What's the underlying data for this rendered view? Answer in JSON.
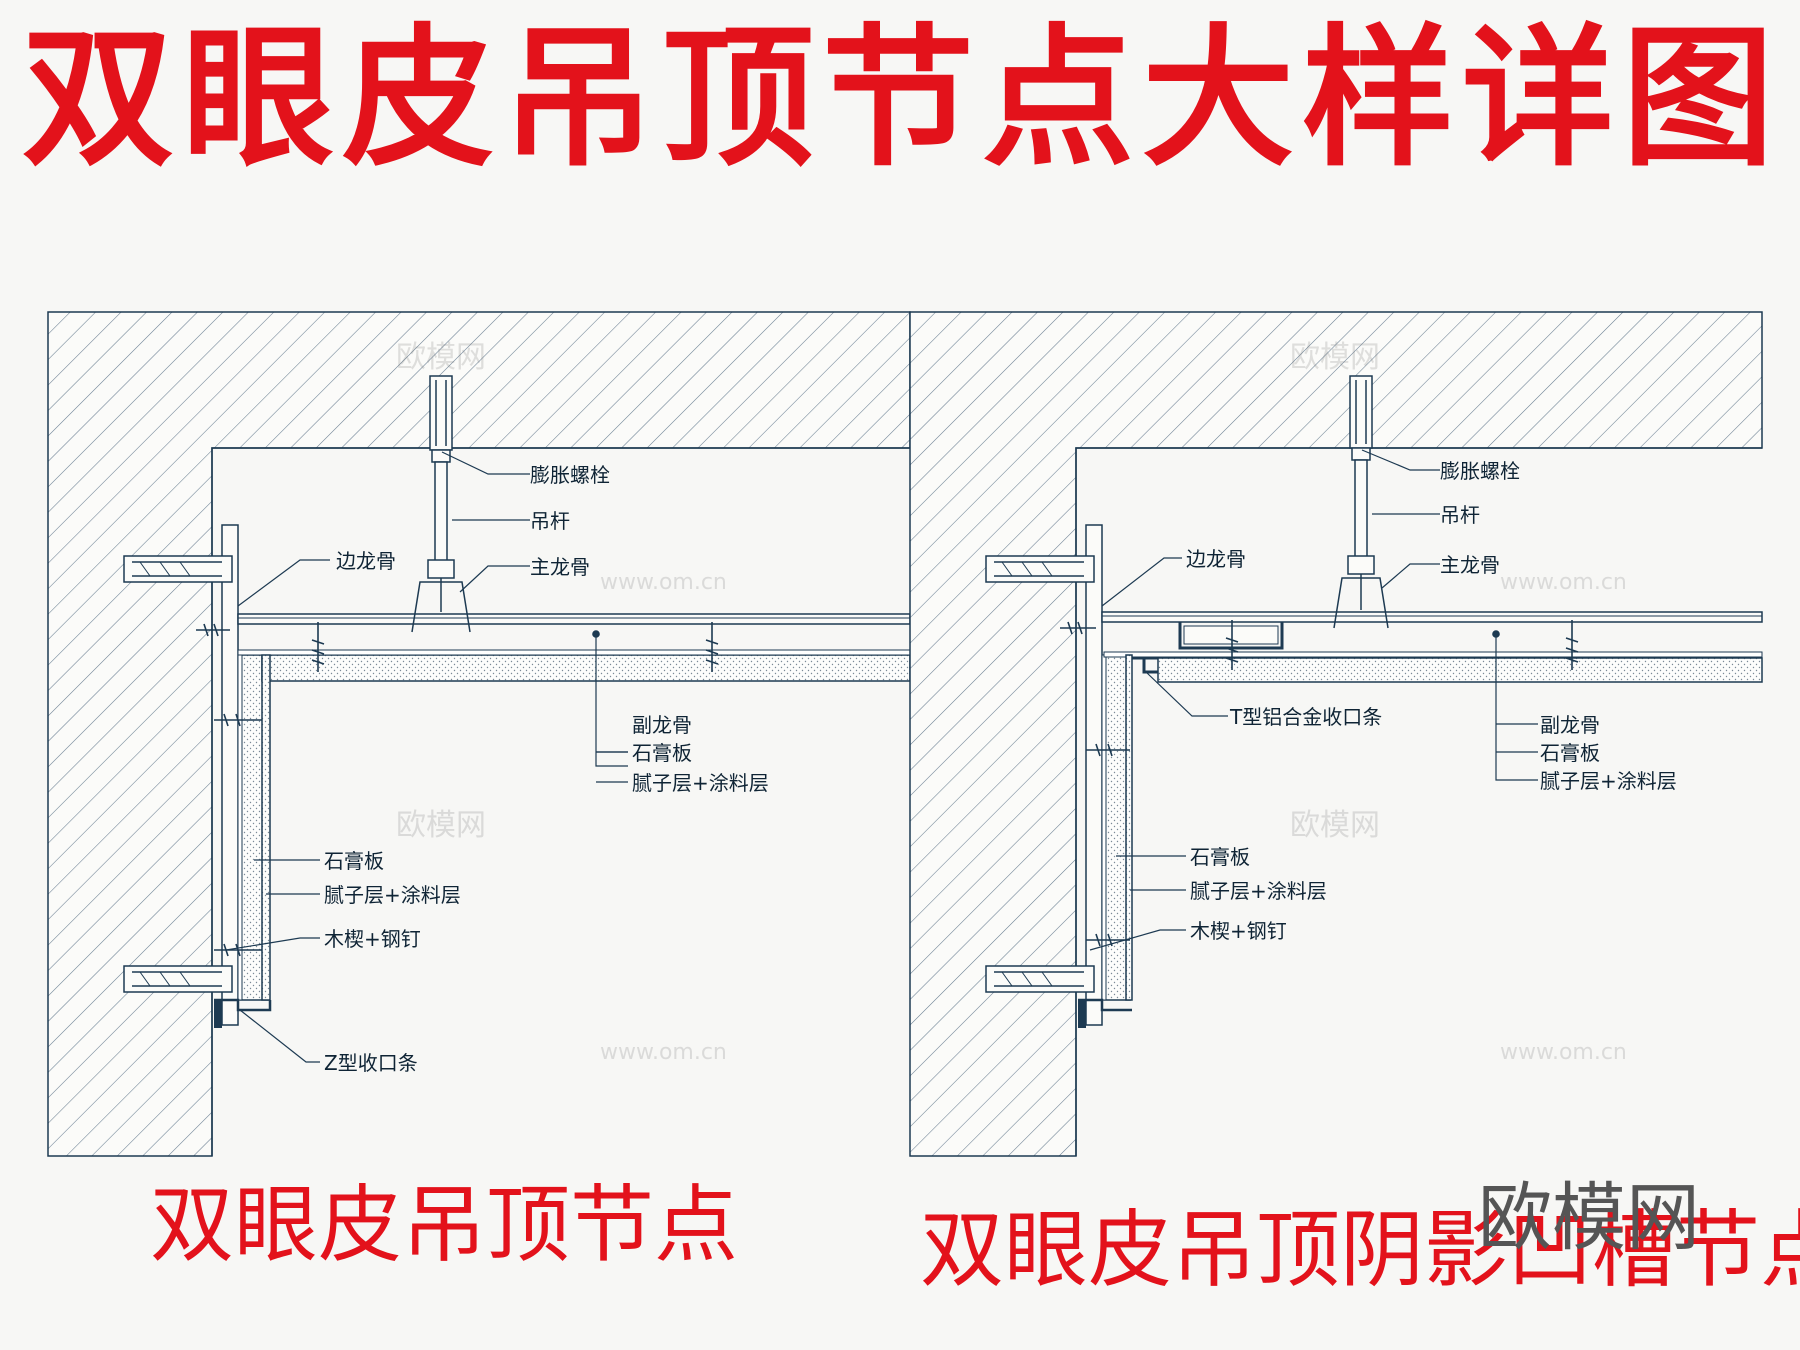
{
  "title": "双眼皮吊顶节点大样详图",
  "captions": {
    "left": "双眼皮吊顶节点",
    "right": "双眼皮吊顶阴影凹槽节点"
  },
  "watermark": {
    "big": "欧模网",
    "small": "欧模网",
    "url": "www.om.cn"
  },
  "left_detail": {
    "expansion_bolt": "膨胀螺栓",
    "hanger_rod": "吊杆",
    "main_keel": "主龙骨",
    "edge_keel": "边龙骨",
    "sub_keel": "副龙骨",
    "gypsum_board": "石膏板",
    "putty_coating": "腻子层+涂料层",
    "wall_gypsum": "石膏板",
    "wall_putty": "腻子层+涂料层",
    "wood_wedge_nail": "木楔+钢钉",
    "z_trim": "Z型收口条"
  },
  "right_detail": {
    "expansion_bolt": "膨胀螺栓",
    "hanger_rod": "吊杆",
    "main_keel": "主龙骨",
    "edge_keel": "边龙骨",
    "t_trim": "T型铝合金收口条",
    "sub_keel": "副龙骨",
    "gypsum_board": "石膏板",
    "putty_coating": "腻子层+涂料层",
    "wall_gypsum": "石膏板",
    "wall_putty": "腻子层+涂料层",
    "wood_wedge_nail": "木楔+钢钉"
  },
  "colors": {
    "title_red": "#e3121b",
    "line_navy": "#1d3a52",
    "hatch": "#6a7f92",
    "background": "#f7f7f5"
  }
}
